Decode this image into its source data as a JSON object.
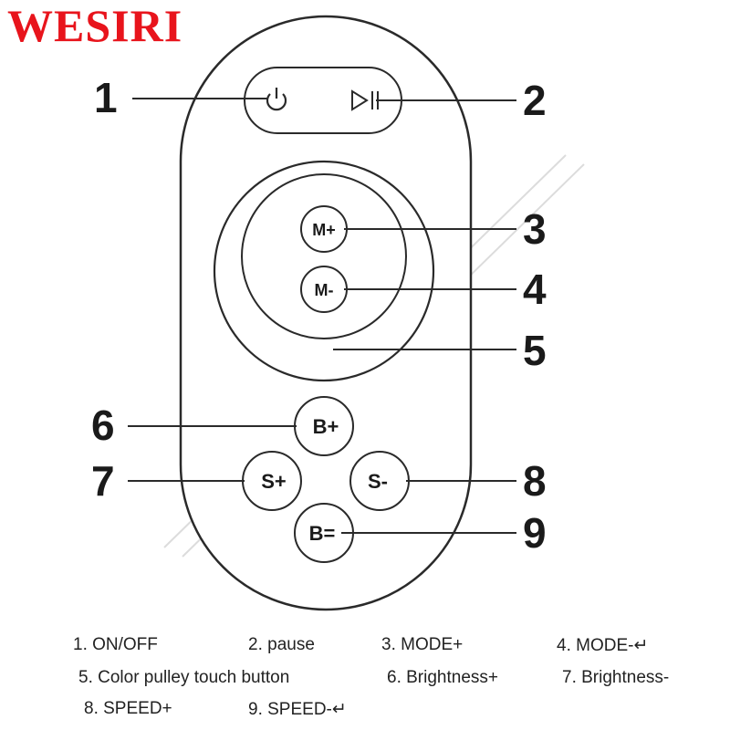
{
  "brand": "WESIRI",
  "buttons": {
    "mode_plus": "M+",
    "mode_minus": "M-",
    "brightness_plus": "B+",
    "speed_plus": "S+",
    "speed_minus": "S-",
    "brightness_equal": "B="
  },
  "callouts": [
    "1",
    "2",
    "3",
    "4",
    "5",
    "6",
    "7",
    "8",
    "9"
  ],
  "legend": [
    "1. ON/OFF",
    "2. pause",
    "3. MODE+",
    "4. MODE-↵",
    "5. Color pulley touch button",
    "6. Brightness+",
    "7. Brightness-",
    "8. SPEED+",
    "9. SPEED-↵"
  ],
  "icons": {
    "power": "power-icon",
    "play_pause": "play-pause-icon"
  },
  "colors": {
    "brand": "#e8141c",
    "outline": "#2a2a2a",
    "watermark": "#d8d8d8"
  }
}
